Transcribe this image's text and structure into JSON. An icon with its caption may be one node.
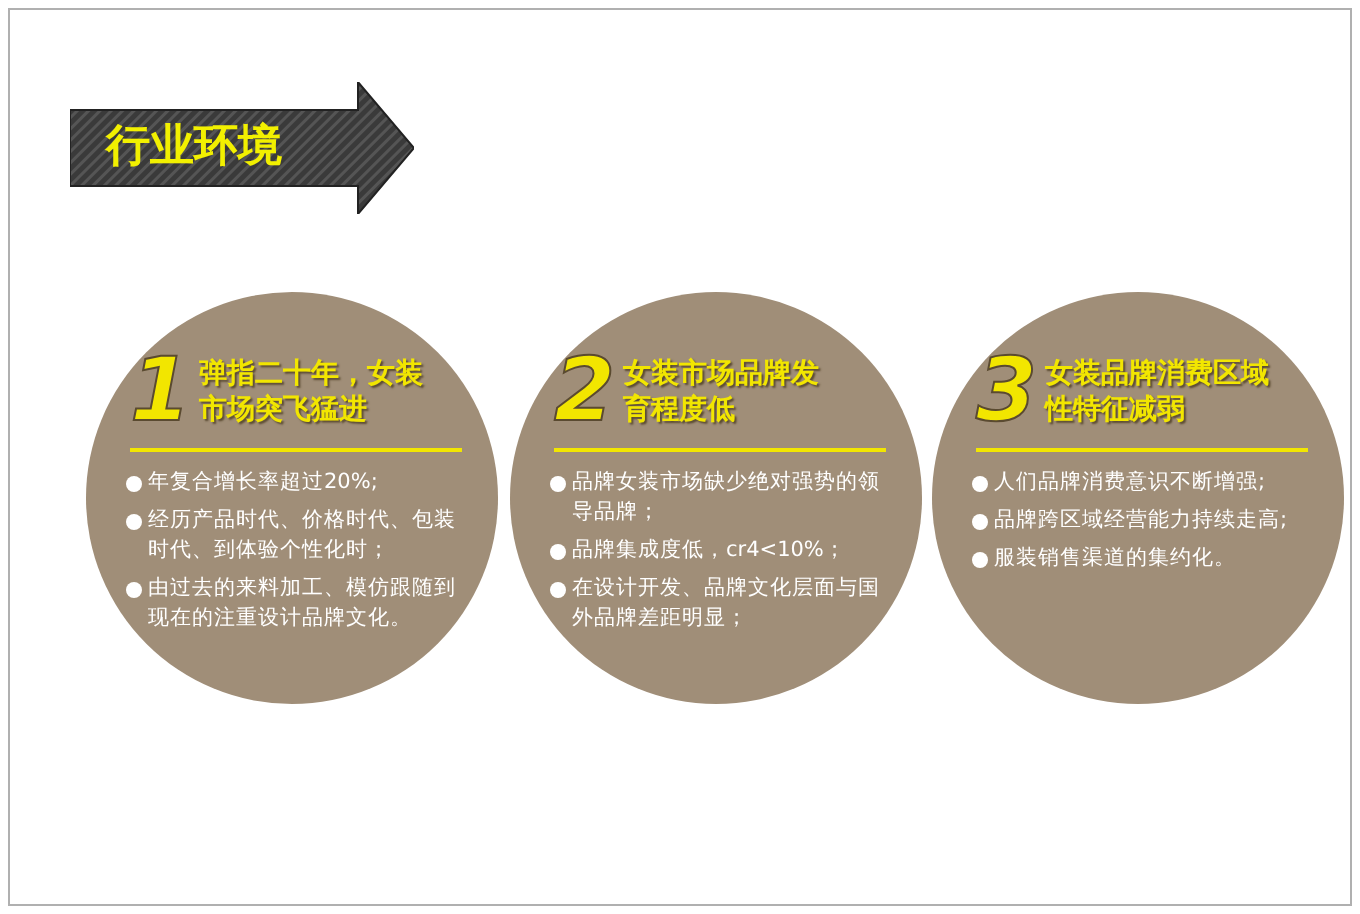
{
  "diagram": {
    "nodes": [
      {
        "text": [
          "行业环境"
        ]
      },
      {
        "text": [
          "1",
          "弹指二十年，女装市场突飞猛进",
          "年复合增长率超过20%;",
          "经历产品时代、价格时代、包装时代、到体验个性化时；",
          "由过去的来料加工、模仿跟随到现在的注重设计品牌文化。"
        ]
      },
      {
        "text": [
          "2",
          "女装市场品牌发育程度低",
          "品牌女装市场缺少绝对强势的领导品牌；",
          "品牌集成度低，cr4<10%；",
          "在设计开发、品牌文化层面与国外品牌差距明显；"
        ]
      },
      {
        "text": [
          "3",
          "女装品牌消费区域性特征减弱",
          "人们品牌消费意识不断增强;",
          "品牌跨区域经营能力持续走高;",
          "服装销售渠道的集约化。"
        ]
      }
    ]
  }
}
